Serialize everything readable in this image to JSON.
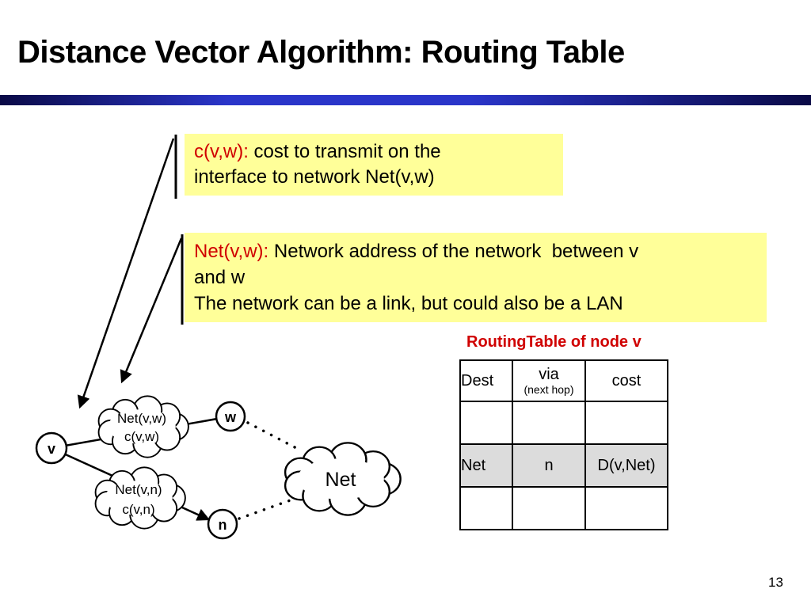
{
  "slide": {
    "title": "Distance Vector Algorithm: Routing Table",
    "page_number": "13"
  },
  "callouts": {
    "c_box": {
      "label": "c(v,w):",
      "line1_rest": " cost to transmit on the",
      "line2": "interface to network Net(v,w)"
    },
    "net_box": {
      "label": "Net(v,w):",
      "line1_rest": " Network address of the network  between v",
      "line2": "and w",
      "line3": "The network can be a link, but could also be a LAN"
    }
  },
  "routing_table": {
    "caption": "RoutingTable of node v",
    "headers": {
      "dest": "Dest",
      "via": "via",
      "via_sub": "(next hop)",
      "cost": "cost"
    },
    "rows": [
      {
        "dest": "",
        "via": "",
        "cost": ""
      },
      {
        "dest": "Net",
        "via": "n",
        "cost": "D(v,Net)"
      },
      {
        "dest": "",
        "via": "",
        "cost": ""
      }
    ]
  },
  "diagram": {
    "node_v": "v",
    "node_w": "w",
    "node_n": "n",
    "cloud_vw": {
      "line1": "Net(v,w)",
      "line2": "c(v,w)"
    },
    "cloud_vn": {
      "line1": "Net(v,n)",
      "line2": "c(v,n)"
    },
    "cloud_net": "Net"
  },
  "colors": {
    "highlight_yellow": "#FFFF99",
    "accent_red": "#D00000",
    "table_row_shade": "#DCDCDC",
    "bar_dark": "#0A0A46",
    "bar_blue": "#2A35C9"
  }
}
